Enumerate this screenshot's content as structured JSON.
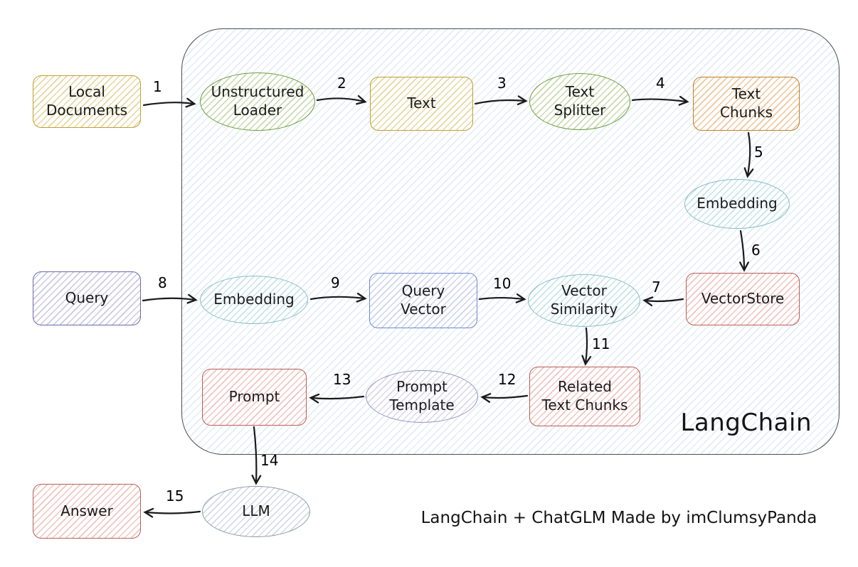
{
  "diagram": {
    "container_label": "LangChain",
    "caption": "LangChain + ChatGLM Made by imClumsyPanda",
    "nodes": {
      "local_documents": {
        "label": "Local\nDocuments",
        "shape": "rectangle",
        "color": "#bfa032"
      },
      "unstructured_loader": {
        "label": "Unstructured\nLoader",
        "shape": "ellipse",
        "color": "#6f9d3f"
      },
      "text": {
        "label": "Text",
        "shape": "rectangle",
        "color": "#bfa032"
      },
      "text_splitter": {
        "label": "Text\nSplitter",
        "shape": "ellipse",
        "color": "#6f9d3f"
      },
      "text_chunks": {
        "label": "Text\nChunks",
        "shape": "rectangle",
        "color": "#c07f2a"
      },
      "embedding_doc": {
        "label": "Embedding",
        "shape": "ellipse",
        "color": "#86bcc6"
      },
      "vectorstore": {
        "label": "VectorStore",
        "shape": "rectangle",
        "color": "#b95e57"
      },
      "query": {
        "label": "Query",
        "shape": "rectangle",
        "color": "#6d68a8"
      },
      "embedding_query": {
        "label": "Embedding",
        "shape": "ellipse",
        "color": "#86bcc6"
      },
      "query_vector": {
        "label": "Query\nVector",
        "shape": "rectangle",
        "color": "#7288cc"
      },
      "vector_similarity": {
        "label": "Vector\nSimilarity",
        "shape": "ellipse",
        "color": "#86bcc6"
      },
      "related_text_chunks": {
        "label": "Related\nText Chunks",
        "shape": "rectangle",
        "color": "#b95e57"
      },
      "prompt_template": {
        "label": "Prompt\nTemplate",
        "shape": "ellipse",
        "color": "#9a93bd"
      },
      "prompt": {
        "label": "Prompt",
        "shape": "rectangle",
        "color": "#b95e57"
      },
      "llm": {
        "label": "LLM",
        "shape": "ellipse",
        "color": "#8b97a8"
      },
      "answer": {
        "label": "Answer",
        "shape": "rectangle",
        "color": "#b95e57"
      }
    },
    "edges": [
      {
        "label": "1",
        "from": "local_documents",
        "to": "unstructured_loader"
      },
      {
        "label": "2",
        "from": "unstructured_loader",
        "to": "text"
      },
      {
        "label": "3",
        "from": "text",
        "to": "text_splitter"
      },
      {
        "label": "4",
        "from": "text_splitter",
        "to": "text_chunks"
      },
      {
        "label": "5",
        "from": "text_chunks",
        "to": "embedding_doc"
      },
      {
        "label": "6",
        "from": "embedding_doc",
        "to": "vectorstore"
      },
      {
        "label": "7",
        "from": "vectorstore",
        "to": "vector_similarity"
      },
      {
        "label": "8",
        "from": "query",
        "to": "embedding_query"
      },
      {
        "label": "9",
        "from": "embedding_query",
        "to": "query_vector"
      },
      {
        "label": "10",
        "from": "query_vector",
        "to": "vector_similarity"
      },
      {
        "label": "11",
        "from": "vector_similarity",
        "to": "related_text_chunks"
      },
      {
        "label": "12",
        "from": "related_text_chunks",
        "to": "prompt_template"
      },
      {
        "label": "13",
        "from": "prompt_template",
        "to": "prompt"
      },
      {
        "label": "14",
        "from": "prompt",
        "to": "llm"
      },
      {
        "label": "15",
        "from": "llm",
        "to": "answer"
      }
    ],
    "palette": {
      "yellow": "#bfa032",
      "green": "#6f9d3f",
      "orange": "#c07f2a",
      "teal": "#86bcc6",
      "red": "#b95e57",
      "purple": "#6d68a8",
      "blue": "#7288cc",
      "lavender": "#9a93bd",
      "gray_blue": "#8b97a8",
      "container_hatch": "#a5c8e4",
      "arrow": "#1a1a1a"
    }
  }
}
